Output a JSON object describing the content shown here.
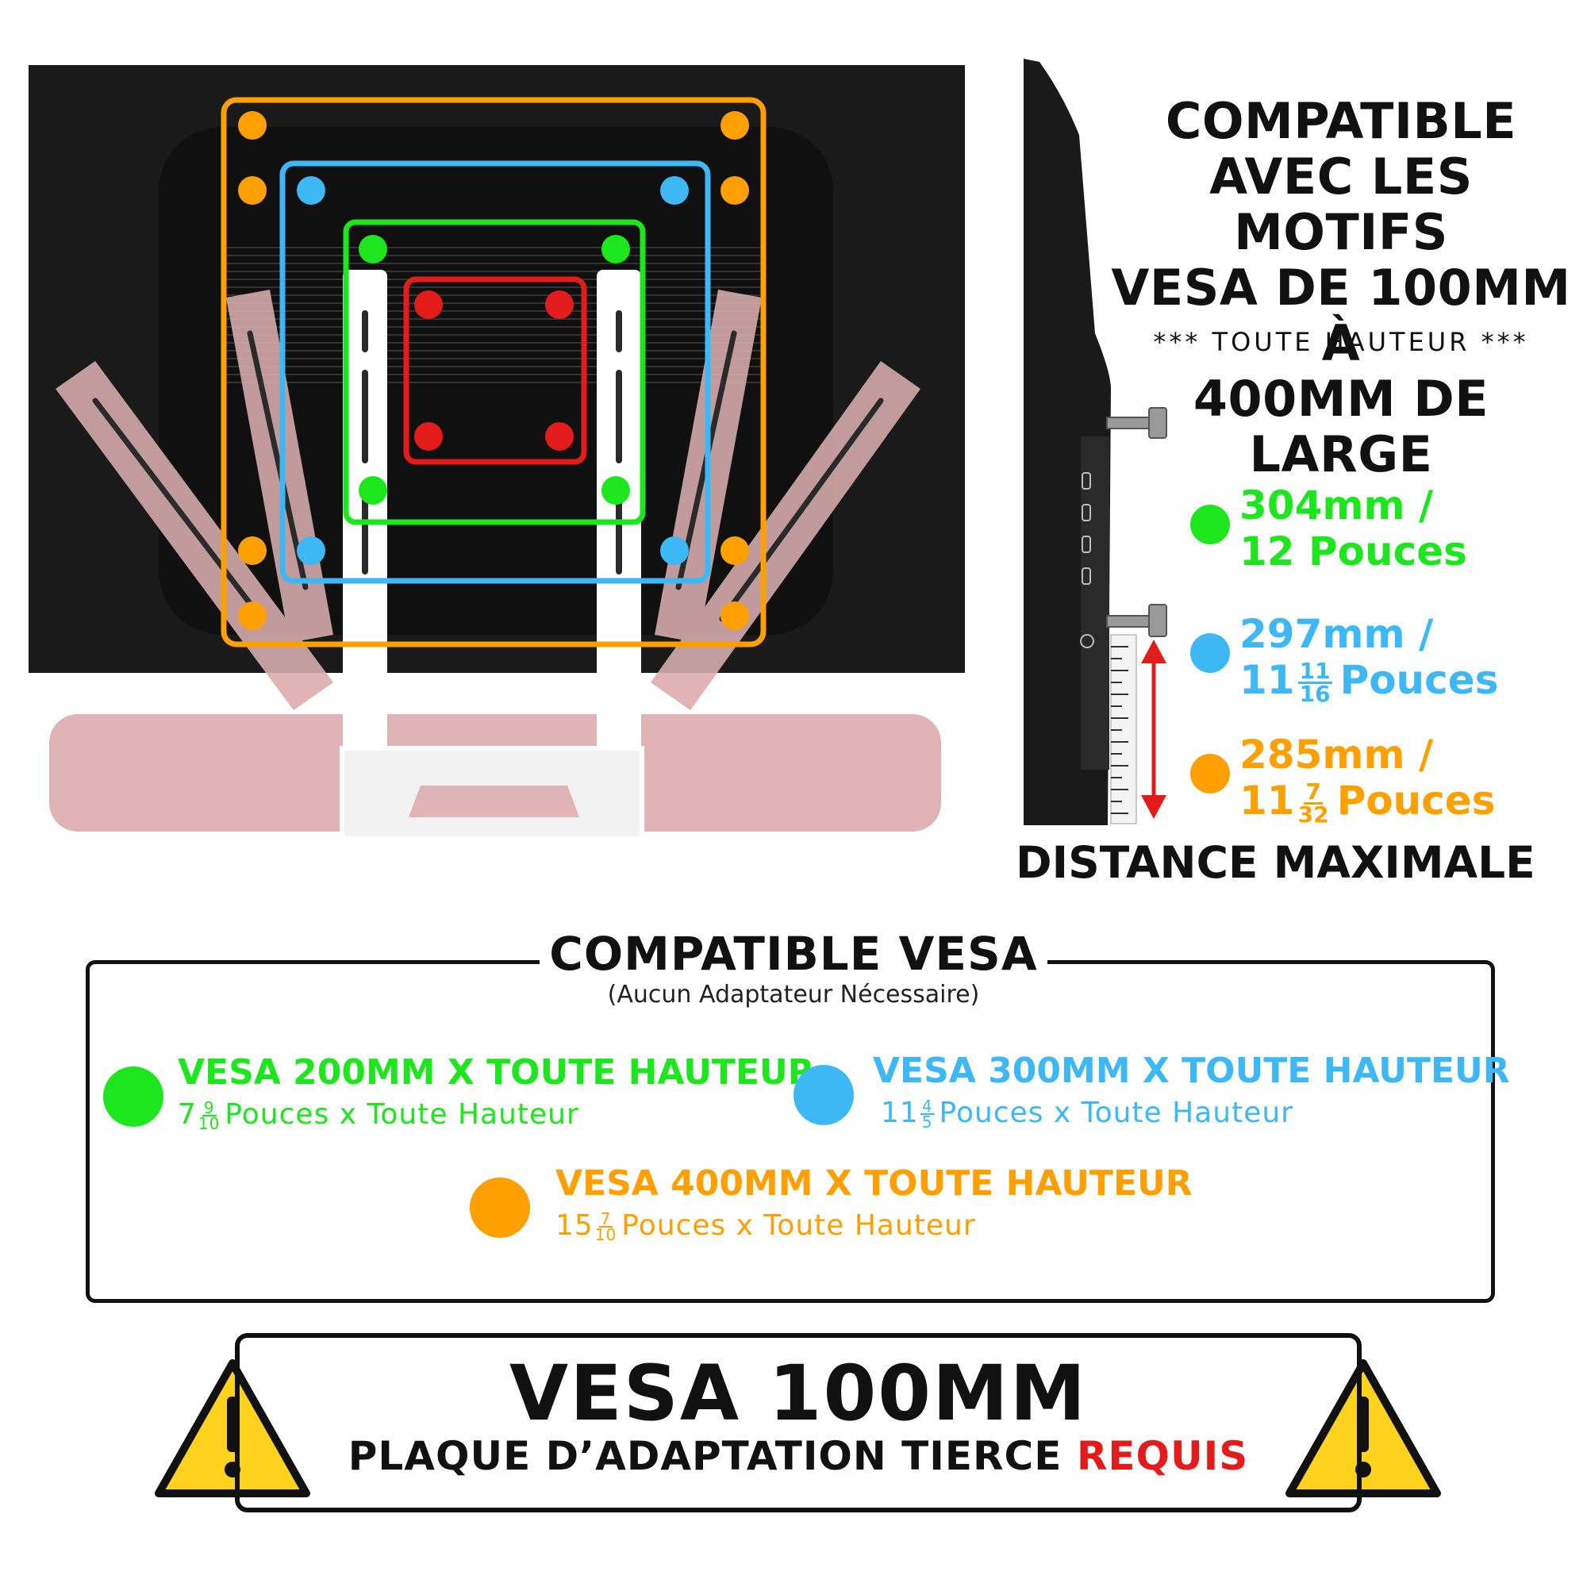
{
  "colors": {
    "green": "#1ee61e",
    "blue": "#3db8f5",
    "orange": "#ffa000",
    "red": "#e21b1b",
    "pink": "#e0b4b4",
    "tv": "#1a1a1a",
    "warn_yellow": "#ffd21e"
  },
  "headline": {
    "lines": [
      "COMPATIBLE",
      "AVEC LES MOTIFS",
      "VESA DE 100MM À",
      "400MM DE LARGE"
    ],
    "any_height": "*** TOUTE HAUTEUR ***"
  },
  "distances": [
    {
      "color": "green",
      "line1": "304mm /",
      "whole": "12",
      "num": "",
      "den": "",
      "unit": "Pouces"
    },
    {
      "color": "blue",
      "line1": "297mm /",
      "whole": "11",
      "num": "11",
      "den": "16",
      "unit": "Pouces"
    },
    {
      "color": "orange",
      "line1": "285mm /",
      "whole": "11",
      "num": "7",
      "den": "32",
      "unit": "Pouces"
    }
  ],
  "distance_label": "DISTANCE MAXIMALE",
  "compat": {
    "title": "COMPATIBLE VESA",
    "subtitle": "(Aucun Adaptateur Nécessaire)",
    "items": [
      {
        "color": "green",
        "main": "VESA 200MM X TOUTE HAUTEUR",
        "whole": "7",
        "num": "9",
        "den": "10",
        "rest": "Pouces x Toute Hauteur"
      },
      {
        "color": "blue",
        "main": "VESA 300MM X TOUTE HAUTEUR",
        "whole": "11",
        "num": "4",
        "den": "5",
        "rest": "Pouces x Toute Hauteur"
      },
      {
        "color": "orange",
        "main": "VESA 400MM X TOUTE HAUTEUR",
        "whole": "15",
        "num": "7",
        "den": "10",
        "rest": "Pouces x Toute Hauteur"
      }
    ]
  },
  "warning": {
    "title": "VESA 100MM",
    "sub_prefix": "PLAQUE D’ADAPTATION TIERCE",
    "sub_required": "REQUIS"
  }
}
